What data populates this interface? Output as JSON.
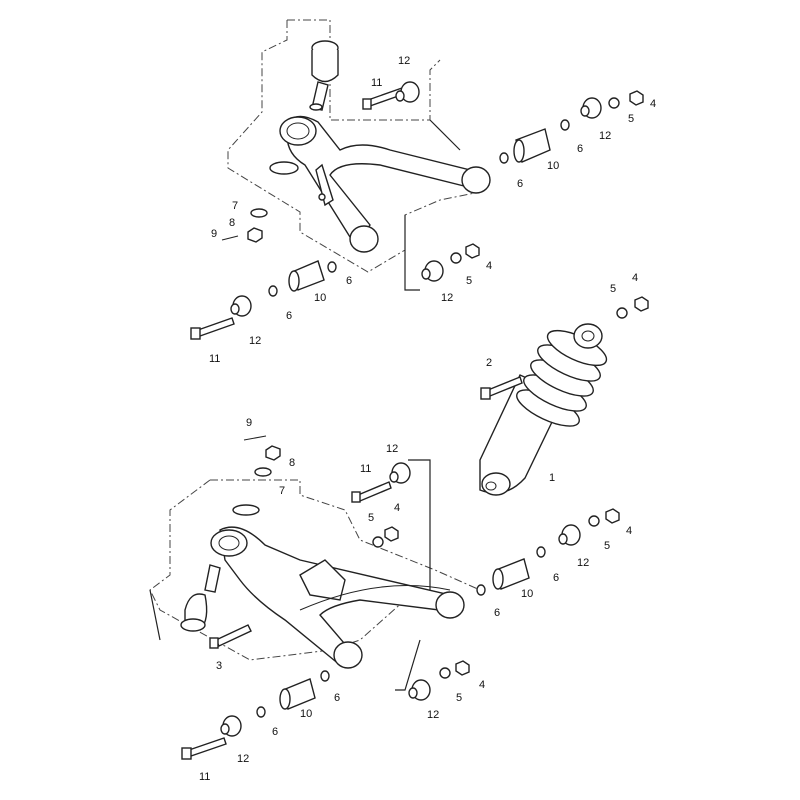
{
  "title": "Front suspension A-arm and shock absorber exploded parts diagram",
  "callouts": [
    "12",
    "11",
    "4",
    "5",
    "12",
    "6",
    "10",
    "6",
    "7",
    "8",
    "9",
    "4",
    "5",
    "12",
    "6",
    "10",
    "6",
    "12",
    "11",
    "4",
    "5",
    "2",
    "1",
    "9",
    "8",
    "7",
    "12",
    "11",
    "5",
    "4",
    "4",
    "5",
    "12",
    "6",
    "10",
    "6",
    "3",
    "6",
    "10",
    "6",
    "12",
    "11",
    "4",
    "5",
    "12"
  ]
}
